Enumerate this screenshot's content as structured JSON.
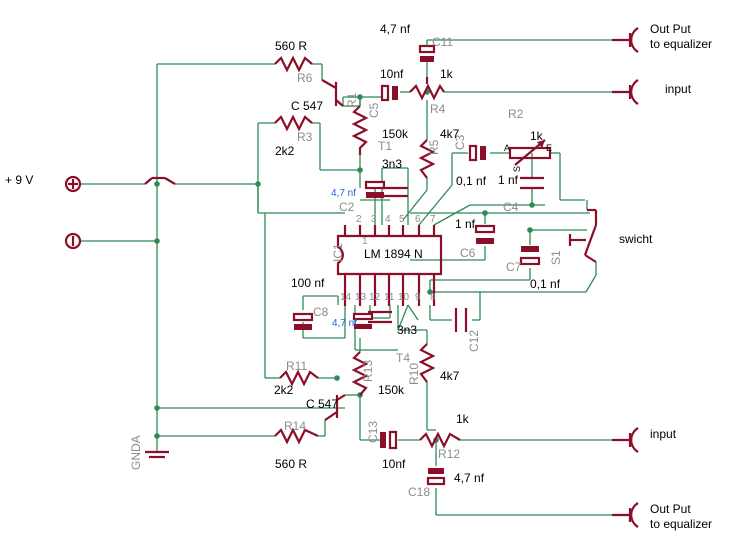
{
  "power": {
    "supply": "+ 9 V",
    "ground_net": "GNDA"
  },
  "ic": {
    "ref": "IC1",
    "part": "LM 1894 N",
    "pins_top": [
      "1",
      "2",
      "3",
      "4",
      "5",
      "6",
      "7"
    ],
    "pins_bottom": [
      "14",
      "13",
      "12",
      "11",
      "10",
      "9",
      "8"
    ]
  },
  "components": {
    "R6": "560 R",
    "R14": "560 R",
    "R3": "2k2",
    "R11": "2k2",
    "T1_type": "C 547",
    "T4_type": "C 547",
    "R1": "150k",
    "R13": "150k",
    "R4": "1k",
    "R12": "1k",
    "R5": "4k7",
    "R10": "4k7",
    "R2": "1k",
    "C11": "4,7 nf",
    "C18": "4,7 nf",
    "C5": "10nf",
    "C13": "10nf",
    "C3": "0,1 nf",
    "C7": "0,1 nf",
    "C4": "1 nf",
    "C6": "1 nf",
    "C2_cap": "3n3",
    "C12_cap": "3n3",
    "C2_elec": "4,7 nf",
    "C8_elec": "4,7 nf",
    "C8_val": "100 nf"
  },
  "refs": {
    "R6": "R6",
    "R3": "R3",
    "R1": "R1",
    "R4": "R4",
    "R5": "R5",
    "R2": "R2",
    "C11": "C11",
    "C5": "C5",
    "C3": "C3",
    "C4": "C4",
    "C2": "C2",
    "T1": "T1",
    "C6": "C6",
    "C7": "C7",
    "S1": "S1",
    "C8": "C8",
    "C12": "C12",
    "R11": "R11",
    "R13": "R13",
    "R10": "R10",
    "T4": "T4",
    "R14": "R14",
    "C13": "C13",
    "R12": "R12",
    "C18": "C18"
  },
  "pot_pins": {
    "a": "A",
    "e": "E",
    "s": "S"
  },
  "io": {
    "out_top_line1": "Out Put",
    "out_top_line2": "to equalizer",
    "in_top": "input",
    "in_bottom": "input",
    "out_bottom_line1": "Out Put",
    "out_bottom_line2": "to equalizer",
    "switch": "swicht"
  }
}
